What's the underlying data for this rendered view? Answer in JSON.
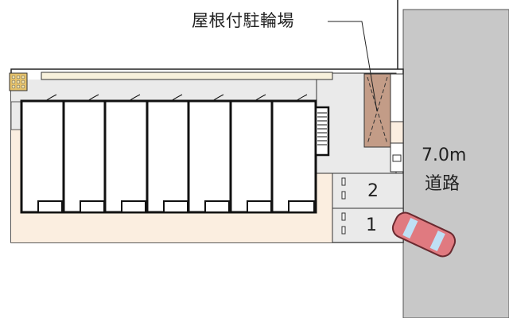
{
  "diagram": {
    "type": "site-plan",
    "labels": {
      "covered_bicycle_parking": "屋根付駐輪場",
      "road_width": "7.0m",
      "road_name": "道路"
    },
    "parking_spaces": [
      {
        "number": "2"
      },
      {
        "number": "1"
      }
    ],
    "units": [
      {
        "index": 1
      },
      {
        "index": 2
      },
      {
        "index": 3
      },
      {
        "index": 4
      },
      {
        "index": 5
      },
      {
        "index": 6
      },
      {
        "index": 7
      }
    ],
    "colors": {
      "road": "#c8c8c8",
      "garden": "#fbeee0",
      "corridor": "#eaeaea",
      "bicycle_parking": "#c39c87",
      "car": "#e07a80",
      "wall": "#111111",
      "balcony_strip": "#f8f1dc",
      "trash_area": "#e5c16a"
    }
  }
}
